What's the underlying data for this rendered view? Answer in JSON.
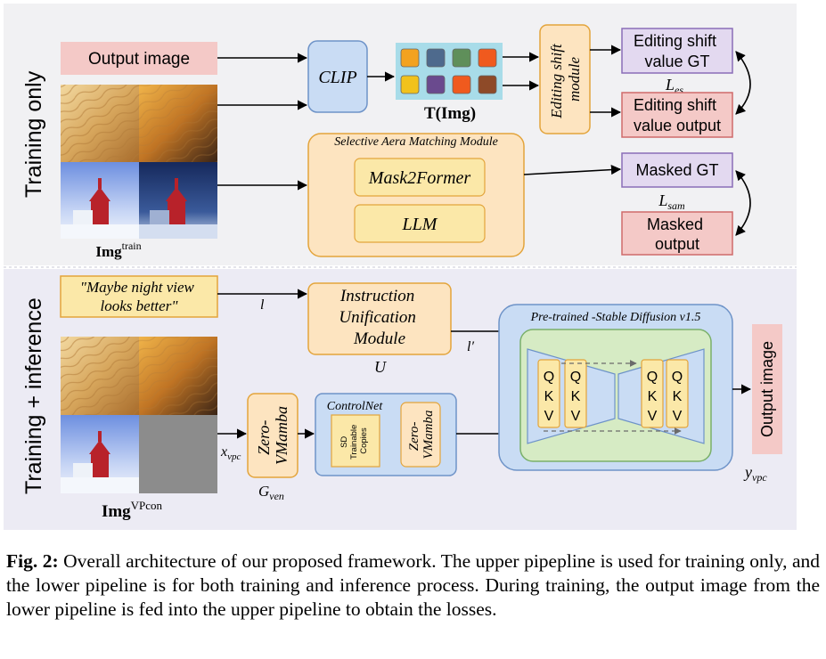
{
  "sections": {
    "upper_label": "Training only",
    "lower_label": "Training + inference"
  },
  "upper": {
    "output_image": "Output image",
    "clip": "CLIP",
    "t_img": "T(Img)",
    "editing_shift_module": [
      "Editing shift",
      "module"
    ],
    "editing_gt": [
      "Editing shift",
      "value GT"
    ],
    "editing_output": [
      "Editing shift",
      "value output"
    ],
    "loss_es": "L",
    "loss_es_sub": "es",
    "sam_title": "Selective Aera Matching Module",
    "mask2former": "Mask2Former",
    "llm": "LLM",
    "masked_gt": "Masked GT",
    "masked_output": [
      "Masked",
      "output"
    ],
    "loss_sam": "L",
    "loss_sam_sub": "sam",
    "img_train": "Img",
    "img_train_sup": "train"
  },
  "lower": {
    "instruction_text": [
      "\"Maybe night view",
      "looks better\""
    ],
    "l_label": "l",
    "l_prime_label": "l′",
    "unification": [
      "Instruction",
      "Unification",
      "Module"
    ],
    "u_label": "U",
    "x_vpc": "x",
    "x_vpc_sub": "vpc",
    "zero_vmamba": [
      "Zero-",
      "VMamba"
    ],
    "g_ven": "G",
    "g_ven_sub": "ven",
    "controlnet": "ControlNet",
    "sd_copies": [
      "SD",
      "Trainable",
      "Copies"
    ],
    "zero_vmamba2": [
      "Zero-",
      "VMamba"
    ],
    "sd_title": "Pre-trained -Stable Diffusion v1.5",
    "qkv": [
      "Q",
      "K",
      "V"
    ],
    "output_image": "Output image",
    "y_vpc": "y",
    "y_vpc_sub": "vpc",
    "img_vpcon": "Img",
    "img_vpcon_sup": "VPcon"
  },
  "palette": {
    "swatches_row1": [
      "#f3a21f",
      "#4e6a8d",
      "#5f8f5a",
      "#f05a1e"
    ],
    "swatches_row2": [
      "#f1c21b",
      "#6a4a8e",
      "#f05a1e",
      "#8e4a28"
    ]
  },
  "caption": {
    "label": "Fig. 2:",
    "text": " Overall architecture of our proposed framework. The upper pipepline is used for training only, and the lower pipeline is for both training and inference process. During training, the output image from the lower pipeline is fed into the upper pipeline to obtain the losses."
  }
}
